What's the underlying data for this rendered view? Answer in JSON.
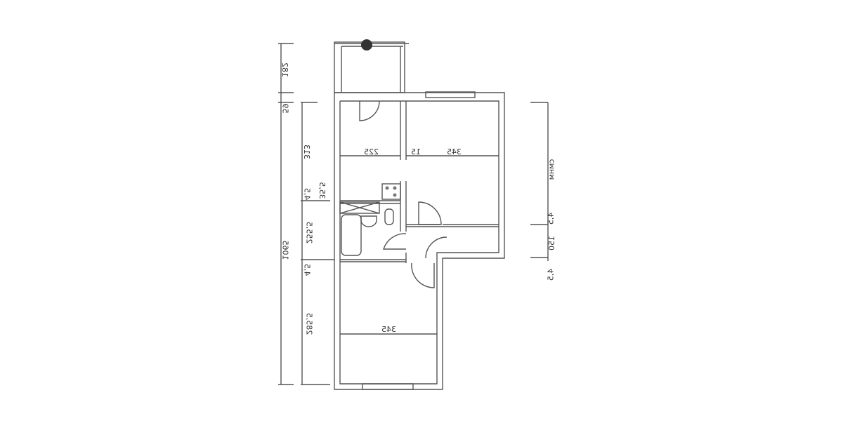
{
  "plan": {
    "orientation": "mirrored",
    "line_color": "#555555",
    "background": "#ffffff",
    "room_widths": {
      "top_left": "225",
      "wall_gap": "15",
      "top_right": "345",
      "bottom_room": "345"
    },
    "left_dims_outer": {
      "balcony": "182",
      "wall_top": "59",
      "total": "1065"
    },
    "left_dims_inner": {
      "kitchen": "313",
      "wall_a": "4,5",
      "kitchen_b": "35,5",
      "bath": "255,5",
      "wall_b": "4,5",
      "bottom": "285,5"
    },
    "right_dims": {
      "room": "cмнм",
      "wall": "4,5",
      "hall": "150",
      "end": "4,5"
    }
  }
}
